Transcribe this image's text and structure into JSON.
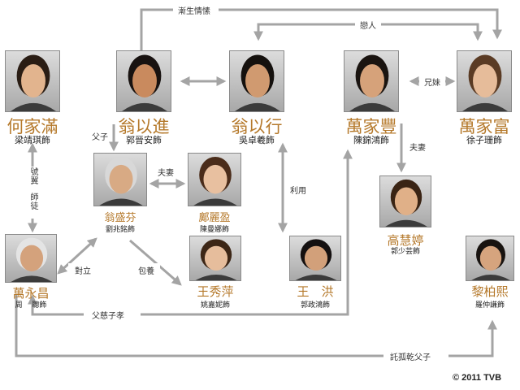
{
  "characters": [
    {
      "id": "ho",
      "name": "何家滿",
      "actor": "梁靖琪飾",
      "skin": "#e2b48e",
      "hair": "#2a1d14"
    },
    {
      "id": "yuk",
      "name": "翁以進",
      "actor": "郭晉安飾",
      "skin": "#c98a5e",
      "hair": "#181210"
    },
    {
      "id": "yhang",
      "name": "翁以行",
      "actor": "吳卓羲飾",
      "skin": "#d09a70",
      "hair": "#15110e"
    },
    {
      "id": "fung",
      "name": "萬家豐",
      "actor": "陳錦鴻飾",
      "skin": "#d6a27a",
      "hair": "#1a1410"
    },
    {
      "id": "fu",
      "name": "萬家富",
      "actor": "徐子珊飾",
      "skin": "#e6bc9a",
      "hair": "#5a3b24"
    },
    {
      "id": "sing",
      "name": "翁盛芬",
      "actor": "劉兆銘飾",
      "skin": "#d8aa84",
      "hair": "#d8d8d8"
    },
    {
      "id": "cheng",
      "name": "鄺麗盈",
      "actor": "陳曼娜飾",
      "skin": "#e8c0a0",
      "hair": "#4a2c1a"
    },
    {
      "id": "ko",
      "name": "高慧婷",
      "actor": "郭少芸飾",
      "skin": "#e0b088",
      "hair": "#3a2414"
    },
    {
      "id": "man",
      "name": "萬永昌",
      "actor": "周　 聰飾",
      "skin": "#d4a27c",
      "hair": "#e4e4e4"
    },
    {
      "id": "wong",
      "name": "王秀萍",
      "actor": "姚嘉妮飾",
      "skin": "#e6bd9c",
      "hair": "#3c2616"
    },
    {
      "id": "hung",
      "name": "王　洪",
      "actor": "郭政鴻飾",
      "skin": "#d2a07a",
      "hair": "#141010"
    },
    {
      "id": "lai",
      "name": "黎柏熙",
      "actor": "羅仲謙飾",
      "skin": "#d6a47e",
      "hair": "#181310"
    }
  ],
  "relations": {
    "gradual_love": "漸生情愫",
    "lovers": "戀人",
    "siblings": "兄妹",
    "father_son": "父子",
    "couple_left": "夫妻",
    "couple_right": "夫妻",
    "mentor": "師徒",
    "mentor_prefix": "號翼",
    "use": "利用",
    "opposed": "對立",
    "kept": "包養",
    "filial": "父慈子孝",
    "godfather": "託孤乾父子"
  },
  "copyright": "© 2011 TVB",
  "colors": {
    "line": "#a4a4a4",
    "name": "#b5792b"
  }
}
